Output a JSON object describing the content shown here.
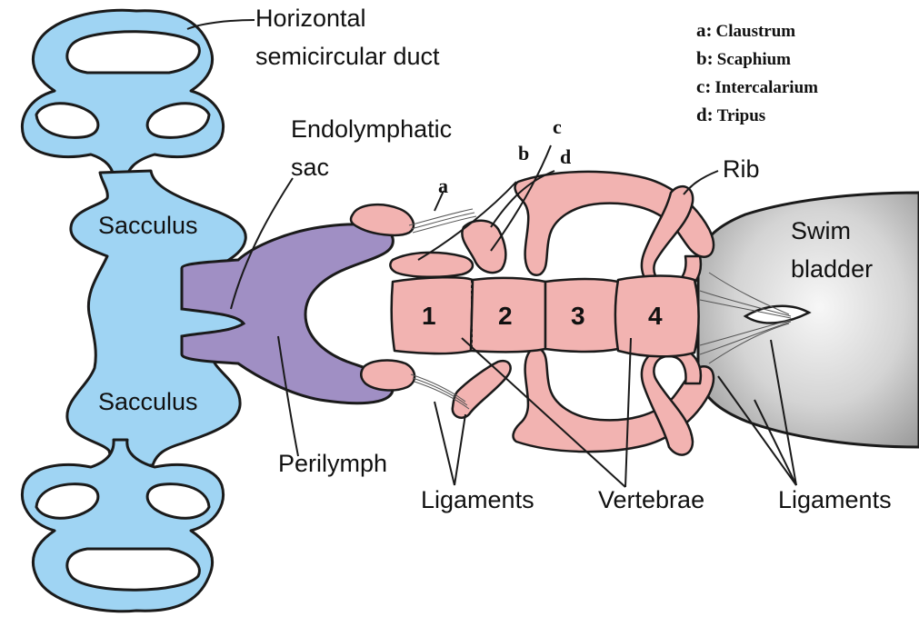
{
  "labels": {
    "horizontal_duct_line1": "Horizontal",
    "horizontal_duct_line2": "semicircular duct",
    "endolymphatic_line1": "Endolymphatic",
    "endolymphatic_line2": "sac",
    "sacculus_top": "Sacculus",
    "sacculus_bottom": "Sacculus",
    "perilymph": "Perilymph",
    "rib": "Rib",
    "swim_bladder_line1": "Swim",
    "swim_bladder_line2": "bladder",
    "ligaments_left": "Ligaments",
    "vertebrae": "Vertebrae",
    "ligaments_right": "Ligaments"
  },
  "vertebra_numbers": [
    "1",
    "2",
    "3",
    "4"
  ],
  "ossicle_letters": {
    "a": "a",
    "b": "b",
    "c": "c",
    "d": "d"
  },
  "legend": [
    {
      "key": "a:",
      "name": "Claustrum"
    },
    {
      "key": "b:",
      "name": "Scaphium"
    },
    {
      "key": "c:",
      "name": "Intercalarium"
    },
    {
      "key": "d:",
      "name": "Tripus"
    }
  ],
  "colors": {
    "inner_ear": "#9fd4f3",
    "perilymph": "#a08fc4",
    "bone": "#f2b3b1",
    "swim_bladder": "#bdbdbd",
    "outline": "#1a1a1a"
  }
}
